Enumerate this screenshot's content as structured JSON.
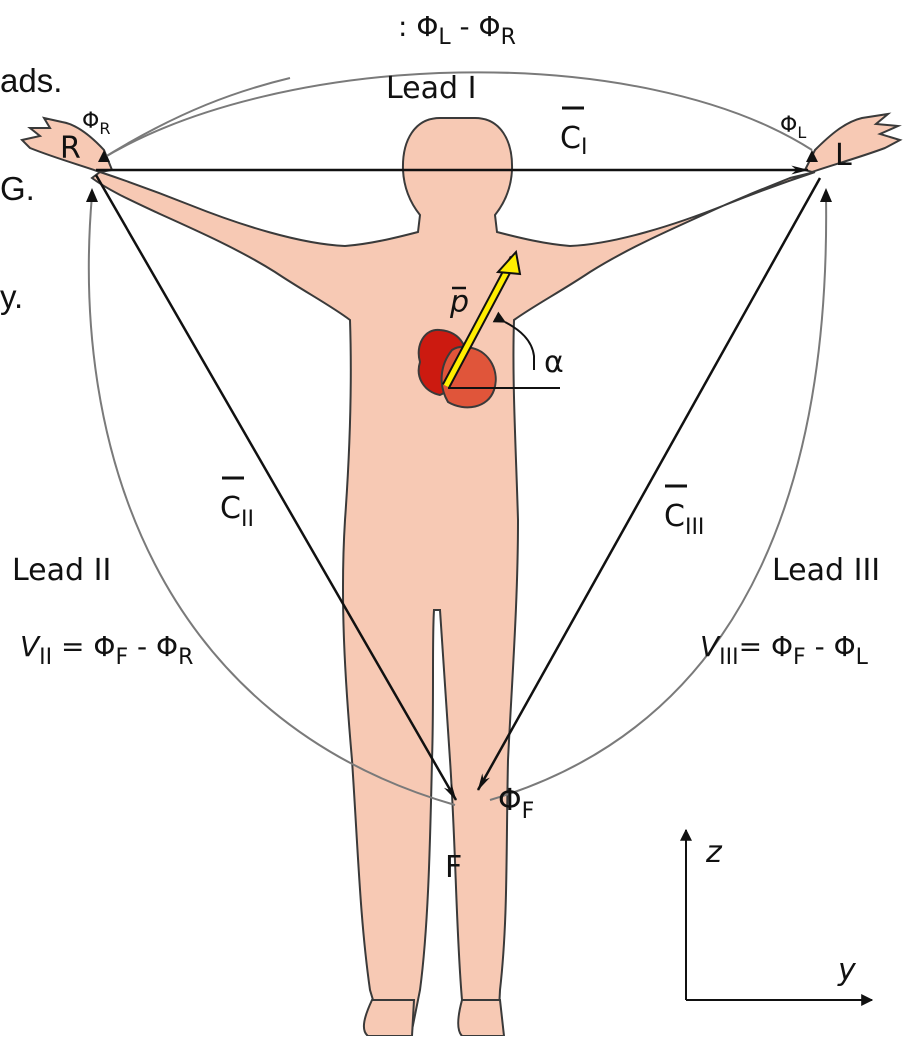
{
  "side_text": {
    "line1": "ads.",
    "line2": "G.",
    "line3": "y."
  },
  "lead_I": {
    "label": "Lead I",
    "equation_top": ": Φ",
    "eq_sub_L": "L",
    "eq_minus": " - Φ",
    "eq_sub_R": "R"
  },
  "lead_II": {
    "label": "Lead II",
    "eq_V": "V",
    "eq_V_sub": "II",
    "eq_rhs": " = Φ",
    "eq_sub_F": "F",
    "eq_minus": " - Φ",
    "eq_sub_R": "R"
  },
  "lead_III": {
    "label": "Lead III",
    "eq_V": "V",
    "eq_V_sub": "III",
    "eq_rhs": "= Φ",
    "eq_sub_F": "F",
    "eq_minus": " - Φ",
    "eq_sub_L": "L"
  },
  "electrodes": {
    "R": "R",
    "L": "L",
    "F": "F",
    "phi": "Φ",
    "phi_R_sub": "R",
    "phi_L_sub": "L",
    "phi_F_sub": "F"
  },
  "vectors": {
    "C": "C",
    "C_I_sub": "I",
    "C_II_sub": "II",
    "C_III_sub": "III",
    "p": "p",
    "alpha": "α"
  },
  "axes": {
    "z": "z",
    "y": "y"
  },
  "colors": {
    "skin": "#f7c9b4",
    "outline": "#3a3a3a",
    "heart_dark": "#cc1a10",
    "heart_light": "#e0553a",
    "dipole": "#ffee00",
    "arc": "#7a7a7a"
  }
}
